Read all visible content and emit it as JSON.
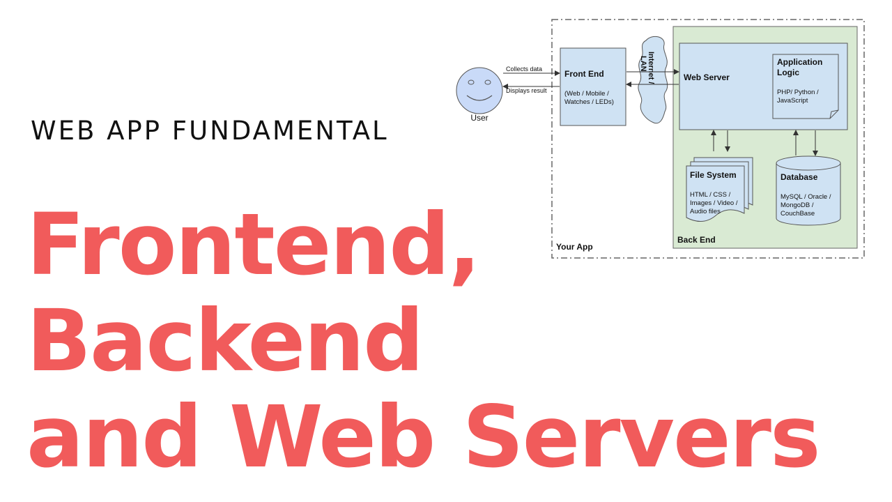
{
  "heading": {
    "subtitle": "WEB APP FUNDAMENTAL",
    "title_lines": [
      "Frontend,",
      "Backend",
      "and Web Servers"
    ],
    "accent_color": "#f15b5b"
  },
  "diagram": {
    "user_label": "User",
    "collects_label": "Collects data",
    "displays_label": "Displays result",
    "frontend": {
      "title": "Front End",
      "desc_lines": [
        "(Web / Mobile /",
        "Watches / LEDs)"
      ]
    },
    "network_label_lines": [
      "Internet /",
      "LAN"
    ],
    "webserver_title": "Web Server",
    "applogic": {
      "title_lines": [
        "Application",
        "Logic"
      ],
      "desc_lines": [
        "PHP/ Python /",
        "JavaScript"
      ]
    },
    "filesystem": {
      "title": "File System",
      "desc_lines": [
        "HTML / CSS /",
        "Images / Video /",
        "Audio files"
      ]
    },
    "database": {
      "title": "Database",
      "desc_lines": [
        "MySQL / Oracle /",
        "MongoDB /",
        "CouchBase"
      ]
    },
    "your_app_label": "Your App",
    "backend_label": "Back End",
    "colors": {
      "box_fill": "#cfe2f3",
      "backend_fill": "#d9ead3",
      "face_fill": "#c9daf8",
      "stroke": "#555555"
    }
  }
}
